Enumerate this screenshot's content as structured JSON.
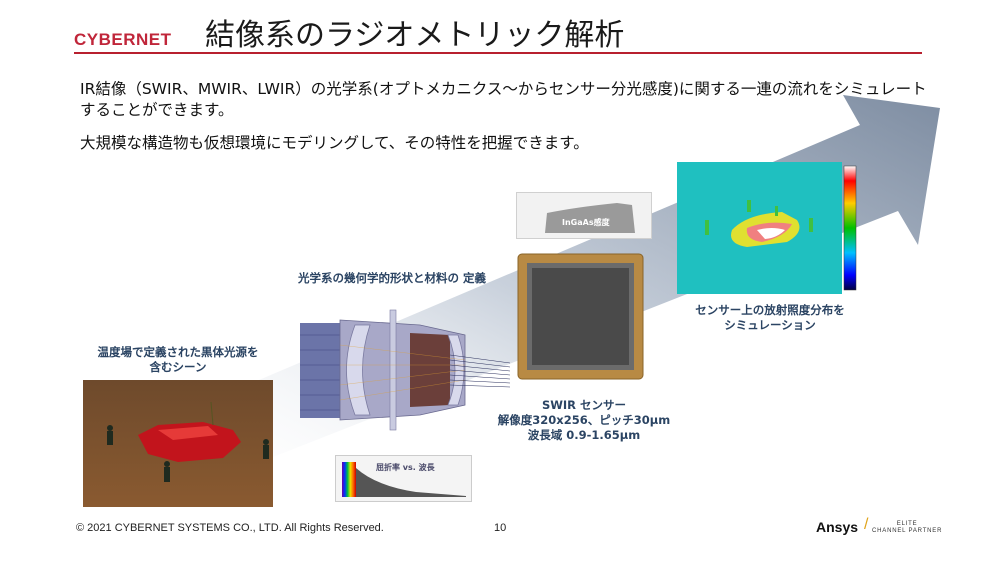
{
  "header": {
    "logo": "CYBERNET",
    "title": "結像系のラジオメトリック解析"
  },
  "body": {
    "para1": "IR結像（SWIR、MWIR、LWIR）の光学系(オプトメカニクス～からセンサー分光感度)に関する一連の流れをシミュレートすることができます。",
    "para2": "大規模な構造物も仮想環境にモデリングして、その特性を把握できます。"
  },
  "captions": {
    "scene": [
      "温度場で定義された黒体光源を",
      "含むシーン"
    ],
    "optics": "光学系の幾何学的形状と材料の 定義",
    "refraction_chart": "屈折率 vs. 波長",
    "ingaas_chart": "InGaAs感度",
    "sensor": [
      "SWIR センサー",
      "解像度320x256、ピッチ30μm",
      "波長域 0.9-1.65μm"
    ],
    "irradiance": [
      "センサー上の放射照度分布を",
      "シミュレーション"
    ]
  },
  "footer": {
    "copyright": "© 2021 CYBERNET SYSTEMS CO., LTD. All Rights Reserved.",
    "page_number": "10",
    "brand": "Ansys",
    "partner_line1": "ELITE",
    "partner_line2": "CHANNEL PARTNER"
  },
  "colors": {
    "brand_red": "#c0263a",
    "caption_blue": "#2b4463",
    "arrow_gray": "#8e9db0"
  }
}
